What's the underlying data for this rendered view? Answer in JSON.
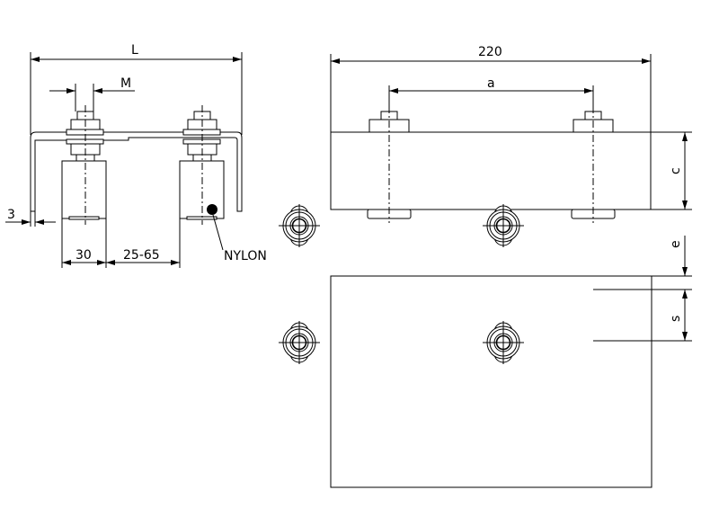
{
  "drawing": {
    "side_view": {
      "dim_overall_length": "L",
      "dim_thread": "M",
      "dim_thickness": "3",
      "dim_wheel_width": "30",
      "dim_gap": "25-65",
      "material_label": "NYLON"
    },
    "front_view": {
      "dim_plate_length": "220",
      "dim_bolt_spacing": "a",
      "dim_height": "c"
    },
    "plan_view": {
      "dim_edge": "e",
      "dim_slot": "s"
    }
  }
}
